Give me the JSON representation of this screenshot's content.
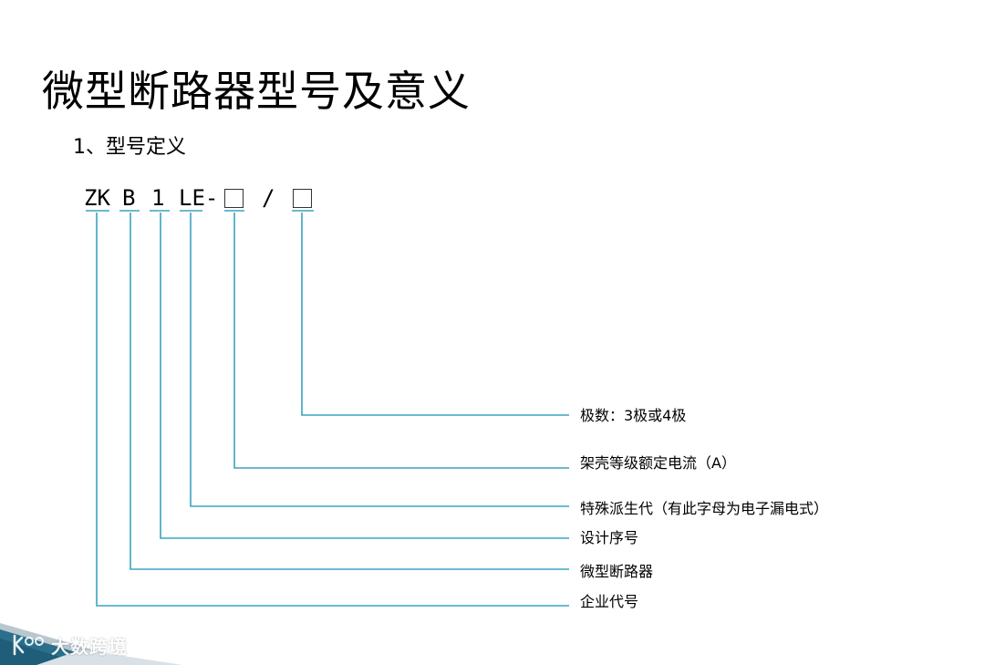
{
  "slide": {
    "title": "微型断路器型号及意义",
    "subtitle": "1、型号定义"
  },
  "model_code": {
    "parts": [
      "ZK",
      "B",
      "1",
      "LE-",
      "/"
    ],
    "box_count": 2
  },
  "labels": [
    "极数：3极或4极",
    "架壳等级额定电流（A）",
    "特殊派生代（有此字母为电子漏电式）",
    "设计序号",
    "微型断路器",
    "企业代号"
  ],
  "watermark": {
    "text": "大数跨境"
  },
  "colors": {
    "line": "#3aa3c2",
    "corner_dark": "#1f5d78",
    "corner_light": "#b9c7cf",
    "text": "#000000"
  }
}
